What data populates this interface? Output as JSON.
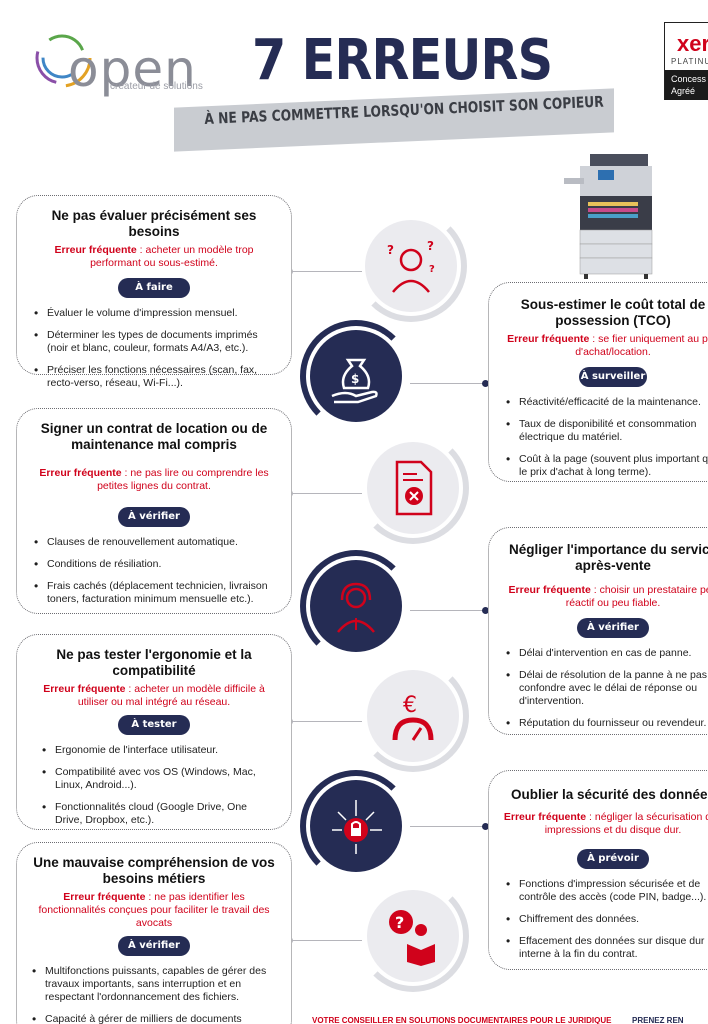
{
  "header": {
    "logo_word": "open",
    "logo_tagline": "créateur de solutions",
    "title": "7 ERREURS",
    "subtitle": "À NE PAS COMMETTRE LORSQU'ON CHOISIT SON COPIEUR",
    "partner_logo": "xer",
    "partner_level": "PLATINUM",
    "partner_text": "Concess Agréé"
  },
  "colors": {
    "navy": "#252c54",
    "red": "#d0021b",
    "grey": "#ebebef"
  },
  "cards": [
    {
      "title": "Ne pas évaluer précisément ses besoins",
      "error_label": "Erreur fréquente",
      "error_text": " : acheter un modèle trop performant ou sous-estimé.",
      "action": "À faire",
      "items": [
        "Évaluer le volume d'impression mensuel.",
        "Déterminer les types de documents imprimés (noir et blanc, couleur, formats A4/A3, etc.).",
        "Préciser les fonctions nécessaires (scan, fax, recto-verso, réseau, Wi-Fi...)."
      ]
    },
    {
      "title": "Sous-estimer le coût total de possession (TCO)",
      "error_label": "Erreur fréquente",
      "error_text": " : se fier uniquement au prix d'achat/location.",
      "action": "À surveiller",
      "items": [
        "Réactivité/efficacité de la maintenance.",
        "Taux de disponibilité et consommation électrique du matériel.",
        "Coût à la page (souvent plus important que le prix d'achat à long terme)."
      ]
    },
    {
      "title": "Signer un contrat de location ou de maintenance mal compris",
      "error_label": "Erreur fréquente",
      "error_text": " : ne pas lire ou comprendre les petites lignes du contrat.",
      "action": "À vérifier",
      "items": [
        "Clauses de renouvellement automatique.",
        "Conditions de résiliation.",
        "Frais cachés (déplacement technicien, livraison toners, facturation minimum mensuelle etc.)."
      ]
    },
    {
      "title": "Négliger l'importance du service après-vente",
      "error_label": "Erreur fréquente",
      "error_text": " : choisir un prestataire peu réactif ou peu fiable.",
      "action": "À vérifier",
      "items": [
        "Délai d'intervention en cas de panne.",
        "Délai de résolution de la panne à ne pas confondre avec le délai de réponse ou d'intervention.",
        "Réputation du fournisseur ou revendeur."
      ]
    },
    {
      "title": "Ne pas tester l'ergonomie et la compatibilité",
      "error_label": "Erreur fréquente",
      "error_text": " : acheter un modèle difficile à utiliser ou mal intégré au réseau.",
      "action": "À tester",
      "items": [
        "Ergonomie de l'interface utilisateur.",
        "Compatibilité avec vos OS (Windows, Mac, Linux, Android...).",
        "Fonctionnalités cloud (Google Drive, One Drive, Dropbox, etc.)."
      ]
    },
    {
      "title": "Oublier la sécurité des données",
      "error_label": "Erreur fréquente",
      "error_text": " : négliger la sécurisation des impressions et du disque dur.",
      "action": "À prévoir",
      "items": [
        "Fonctions d'impression sécurisée et de contrôle des accès (code PIN, badge...).",
        "Chiffrement des données.",
        "Effacement des données sur disque dur interne à la fin du contrat."
      ]
    },
    {
      "title": "Une mauvaise compréhension de vos besoins métiers",
      "error_label": "Erreur fréquente",
      "error_text": " : ne pas identifier les fonctionnalités conçues pour faciliter le travail des avocats",
      "action": "À vérifier",
      "items": [
        "Multifonctions puissants, capables de gérer des travaux importants, sans interruption et en respectant l'ordonnancement des fichiers.",
        "Capacité à gérer de milliers de documents spécifiques : dossiers plaidoiries et closing,"
      ]
    }
  ],
  "footer": {
    "left": "VOTRE CONSEILLER EN SOLUTIONS DOCUMENTAIRES POUR LE JURIDIQUE",
    "right": "PRENEZ REN"
  }
}
